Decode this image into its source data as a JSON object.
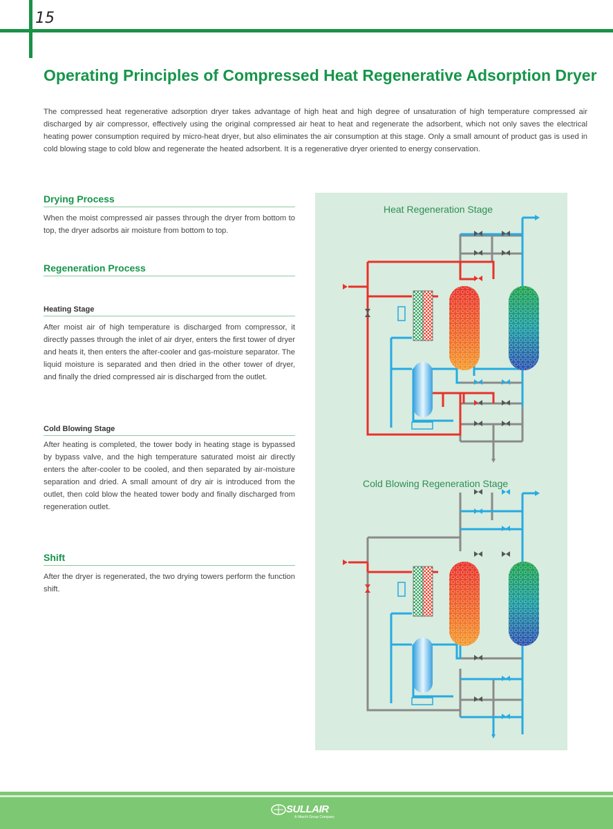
{
  "page_number": "15",
  "title": "Operating Principles of Compressed Heat Regenerative Adsorption Dryer",
  "intro": "The compressed heat regenerative adsorption dryer takes advantage of high heat and high degree of unsaturation of high temperature compressed air discharged by air compressor, effectively using the original compressed air heat to heat and regenerate the adsorbent, which not only saves the electrical heating power consumption required by micro-heat dryer, but also eliminates the air consumption at this stage. Only a small amount of product gas is used in cold blowing stage to cold blow and regenerate the heated adsorbent. It is a regenerative dryer oriented to energy conservation.",
  "sections": {
    "drying": {
      "heading": "Drying Process",
      "text": "When the moist compressed air passes through the dryer from bottom to top, the dryer adsorbs air moisture from bottom to top."
    },
    "regeneration": {
      "heading": "Regeneration Process"
    },
    "heating": {
      "heading": "Heating Stage",
      "text": "After moist air of high temperature is discharged from compressor, it directly passes through the inlet of air dryer, enters the first tower of dryer and heats it, then enters the after-cooler and gas-moisture separator. The liquid moisture is separated and then dried in the other tower of dryer, and finally the dried compressed air is discharged from the outlet."
    },
    "cold_blowing": {
      "heading": "Cold Blowing Stage",
      "text": "After heating is completed, the tower body in heating stage is bypassed by bypass valve, and the high temperature saturated moist air directly enters the after-cooler to be cooled, and then separated by air-moisture separation and dried. A small amount of dry air is introduced from the outlet, then cold blow the heated tower body and finally discharged from regeneration outlet."
    },
    "shift": {
      "heading": "Shift",
      "text": "After the dryer is regenerated, the two drying towers perform the function shift."
    }
  },
  "diagrams": {
    "heat_label": "Heat Regeneration Stage",
    "cold_label": "Cold Blowing Regeneration Stage"
  },
  "colors": {
    "brand_green": "#16954a",
    "hot_pipe": "#e8332b",
    "cold_pipe": "#27aae1",
    "idle_pipe": "#8a8a8a",
    "diagram_bg": "#d8ecdf"
  },
  "footer": {
    "logo": "SULLAIR",
    "logo_sub": "A Hitachi Group Company"
  }
}
